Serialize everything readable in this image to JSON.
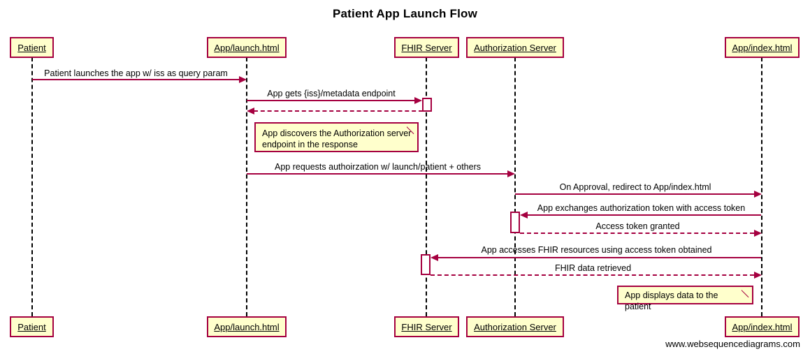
{
  "title": "Patient App Launch Flow",
  "footer": "www.websequencediagrams.com",
  "colors": {
    "accent": "#a50040",
    "note_fill": "#ffffcc",
    "actor_fill": "#ffffcc",
    "background": "#ffffff",
    "lifeline": "#000000"
  },
  "actors": [
    {
      "id": "patient",
      "label": "Patient"
    },
    {
      "id": "launch",
      "label": "App/launch.html"
    },
    {
      "id": "fhir",
      "label": "FHIR Server"
    },
    {
      "id": "auth",
      "label": "Authorization Server"
    },
    {
      "id": "index",
      "label": "App/index.html"
    }
  ],
  "messages": [
    {
      "id": "m1",
      "label": "Patient launches the app w/ iss as query param",
      "from": "patient",
      "to": "launch",
      "style": "solid",
      "direction": "right"
    },
    {
      "id": "m2",
      "label": "App gets {iss}/metadata endpoint",
      "from": "launch",
      "to": "fhir",
      "style": "solid",
      "direction": "right"
    },
    {
      "id": "m3",
      "label": "",
      "from": "fhir",
      "to": "launch",
      "style": "dashed",
      "direction": "left"
    },
    {
      "id": "m4",
      "label": "App requests authoirzation w/ launch/patient + others",
      "from": "launch",
      "to": "auth",
      "style": "solid",
      "direction": "right"
    },
    {
      "id": "m5",
      "label": "On Approval, redirect to App/index.html",
      "from": "auth",
      "to": "index",
      "style": "solid",
      "direction": "right"
    },
    {
      "id": "m6",
      "label": "App exchanges authorization token with access token",
      "from": "index",
      "to": "auth",
      "style": "solid",
      "direction": "left"
    },
    {
      "id": "m7",
      "label": "Access token granted",
      "from": "auth",
      "to": "index",
      "style": "dashed",
      "direction": "right"
    },
    {
      "id": "m8",
      "label": "App accesses FHIR resources using access token obtained",
      "from": "index",
      "to": "fhir",
      "style": "solid",
      "direction": "left"
    },
    {
      "id": "m9",
      "label": "FHIR data retrieved",
      "from": "fhir",
      "to": "index",
      "style": "dashed",
      "direction": "right"
    }
  ],
  "notes": [
    {
      "id": "note1",
      "line1": "App discovers the Authorization server",
      "line2": "endpoint in the response"
    },
    {
      "id": "note2",
      "line1": "App displays data to the patient",
      "line2": ""
    }
  ]
}
